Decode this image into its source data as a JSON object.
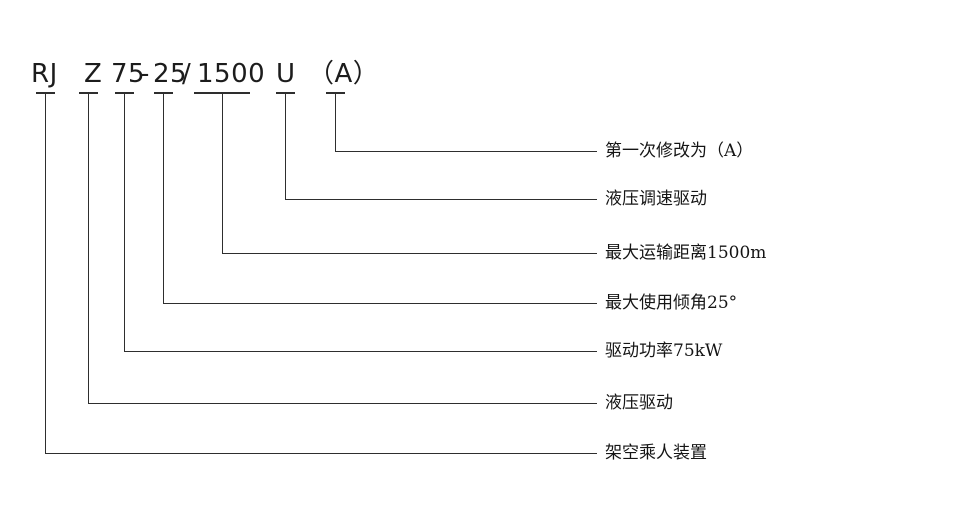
{
  "diagram": {
    "full_code": "RJ Z 75-25/1500 U（A）",
    "code_segments": [
      {
        "text": "RJ"
      },
      {
        "text": "Z"
      },
      {
        "text": "75"
      },
      {
        "text": "-"
      },
      {
        "text": "25"
      },
      {
        "text": "/"
      },
      {
        "text": "1500"
      },
      {
        "text": "U"
      },
      {
        "text": "（A）"
      }
    ],
    "items": [
      {
        "code": "RJ",
        "label": "架空乘人装置"
      },
      {
        "code": "Z",
        "label": "液压驱动"
      },
      {
        "code": "75",
        "label": "驱动功率75kW"
      },
      {
        "code": "25",
        "label": "最大使用倾角25°"
      },
      {
        "code": "1500",
        "label": "最大运输距离1500m"
      },
      {
        "code": "U",
        "label": "液压调速驱动"
      },
      {
        "code": "（A）",
        "label": "第一次修改为（A）"
      }
    ],
    "colors": {
      "background": "#ffffff",
      "title_text": "#1c1c1c",
      "label_text": "#151515",
      "line": "#2e2e2e"
    }
  }
}
